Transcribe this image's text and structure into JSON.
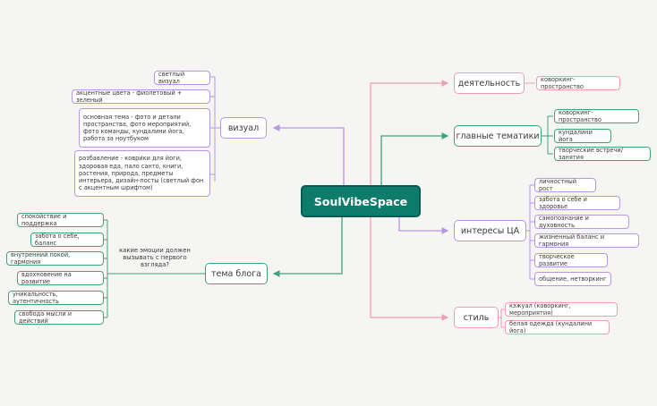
{
  "mindmap": {
    "root": "SoulVibeSpace",
    "branches": {
      "activity": {
        "label": "деятельность",
        "items": [
          "коворкинг-пространство"
        ]
      },
      "main_topics": {
        "label": "главные тематики",
        "items": [
          "коворкинг-пространство",
          "кундалини йога",
          "творческие встречи/занятия"
        ]
      },
      "audience_interests": {
        "label": "интересы ЦА",
        "items": [
          "личностный рост",
          "забота о себе и здоровье",
          "самопознание и духовность",
          "жизненный баланс и гармония",
          "творческое развитие",
          "общение, нетворкинг"
        ]
      },
      "style": {
        "label": "стиль",
        "items": [
          "кэжуал (коворкинг, мероприятия)",
          "белая одежда (кундалини йога)"
        ]
      },
      "visual": {
        "label": "визуал",
        "items": [
          "светлый визуал",
          "акцентные цвета - фиолетовый + зеленый",
          "основная тема - фото и детали пространства, фото мероприятий, фото команды, кундалини йога, работа за ноутбуком",
          "разбавление - коврики для йоги, здоровая еда, пало санто, книги, растения, природа, предметы интерьера, дизайн-посты (светлый фон с акцентным шрифтом)"
        ]
      },
      "blog_theme": {
        "label": "тема блога",
        "question": "какие эмоции должен вызывать с первого взгляда?",
        "items": [
          "спокойствие и поддержка",
          "забота о себе, баланс",
          "внутренний покой, гармония",
          "вдохновение на развитие",
          "уникальность, аутентичность",
          "свобода мысли и действий"
        ]
      }
    },
    "colors": {
      "root_fill": "#0e7c6b",
      "pink": "#ef9fb0",
      "green": "#3fa577",
      "purple": "#b895e6"
    }
  }
}
